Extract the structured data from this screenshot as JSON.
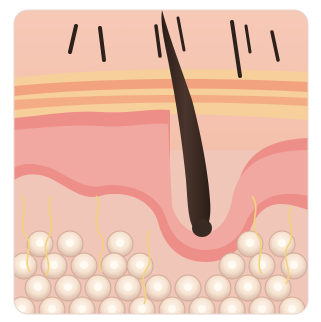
{
  "diagram": {
    "subject": "skin-cross-section-with-hair-follicle",
    "layers": [
      {
        "id": "epidermis-surface",
        "color": "#f0b5a0"
      },
      {
        "id": "epidermis-band-1",
        "color": "#f2a27e"
      },
      {
        "id": "epidermis-band-2",
        "color": "#f6c38e"
      },
      {
        "id": "dermis-top",
        "color": "#ee8e88"
      },
      {
        "id": "dermis",
        "color": "#f0b2a4"
      },
      {
        "id": "subcutaneous-fat",
        "color": "#efc6b8"
      }
    ],
    "elements": {
      "surface_hair_count": 7,
      "main_hair_color": "#3a2a24",
      "nerve_fiber_color": "#f2d27a",
      "fat_cell_color": "#f7e4d2"
    }
  }
}
